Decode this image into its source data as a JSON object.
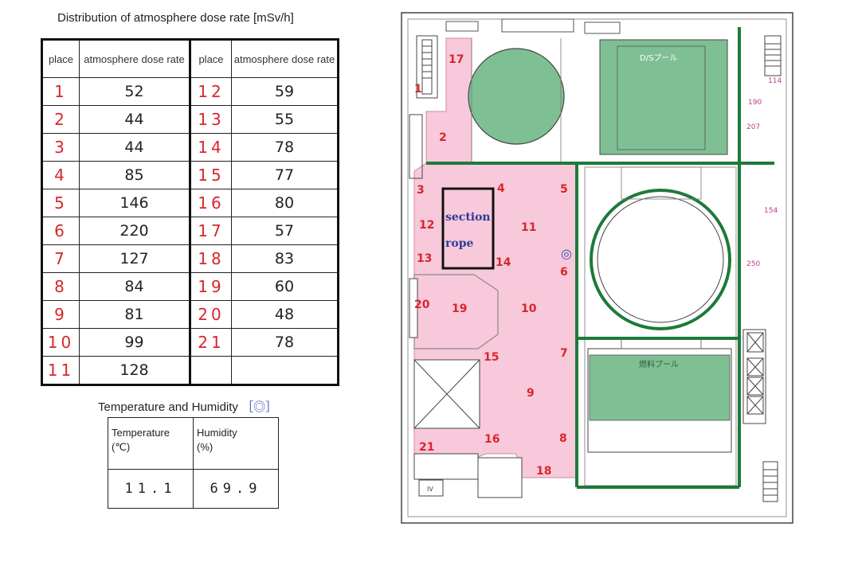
{
  "dose_table": {
    "title": "Distribution of atmosphere dose rate [mSv/h]",
    "headers": [
      "place",
      "atmosphere dose rate",
      "place",
      "atmosphere dose rate"
    ],
    "rows": [
      {
        "p1": "1",
        "v1": "52",
        "p2": "12",
        "v2": "59"
      },
      {
        "p1": "2",
        "v1": "44",
        "p2": "13",
        "v2": "55"
      },
      {
        "p1": "3",
        "v1": "44",
        "p2": "14",
        "v2": "78"
      },
      {
        "p1": "4",
        "v1": "85",
        "p2": "15",
        "v2": "77"
      },
      {
        "p1": "5",
        "v1": "146",
        "p2": "16",
        "v2": "80"
      },
      {
        "p1": "6",
        "v1": "220",
        "p2": "17",
        "v2": "57"
      },
      {
        "p1": "7",
        "v1": "127",
        "p2": "18",
        "v2": "83"
      },
      {
        "p1": "8",
        "v1": "84",
        "p2": "19",
        "v2": "60"
      },
      {
        "p1": "9",
        "v1": "81",
        "p2": "20",
        "v2": "48"
      },
      {
        "p1": "10",
        "v1": "99",
        "p2": "21",
        "v2": "78"
      },
      {
        "p1": "11",
        "v1": "128",
        "p2": "",
        "v2": ""
      }
    ]
  },
  "temp_humidity": {
    "title": "Temperature and Humidity",
    "marker": "［◎］",
    "temp_label": "Temperature",
    "temp_unit": "(℃)",
    "humidity_label": "Humidity",
    "humidity_unit": "(%)",
    "temp_value": "11.1",
    "humidity_value": "69.9"
  },
  "floor_plan": {
    "section_rope_line1": "section",
    "section_rope_line2": "rope",
    "ds_pool_label": "D/Sプール",
    "fuel_pool_label": "燃料プール",
    "marker_symbol": "◎",
    "small_box_label": "IV",
    "edge_numbers": [
      "114",
      "190",
      "207",
      "154",
      "250"
    ],
    "points": [
      "1",
      "2",
      "3",
      "4",
      "5",
      "6",
      "7",
      "8",
      "9",
      "10",
      "11",
      "12",
      "13",
      "14",
      "15",
      "16",
      "17",
      "18",
      "19",
      "20",
      "21"
    ]
  },
  "colors": {
    "pink_area": "#f7c9da",
    "green_line": "#1e7a3a",
    "green_fill": "#7fbf94",
    "red_text": "#d8262b",
    "blue_text": "#2c3b9a"
  }
}
